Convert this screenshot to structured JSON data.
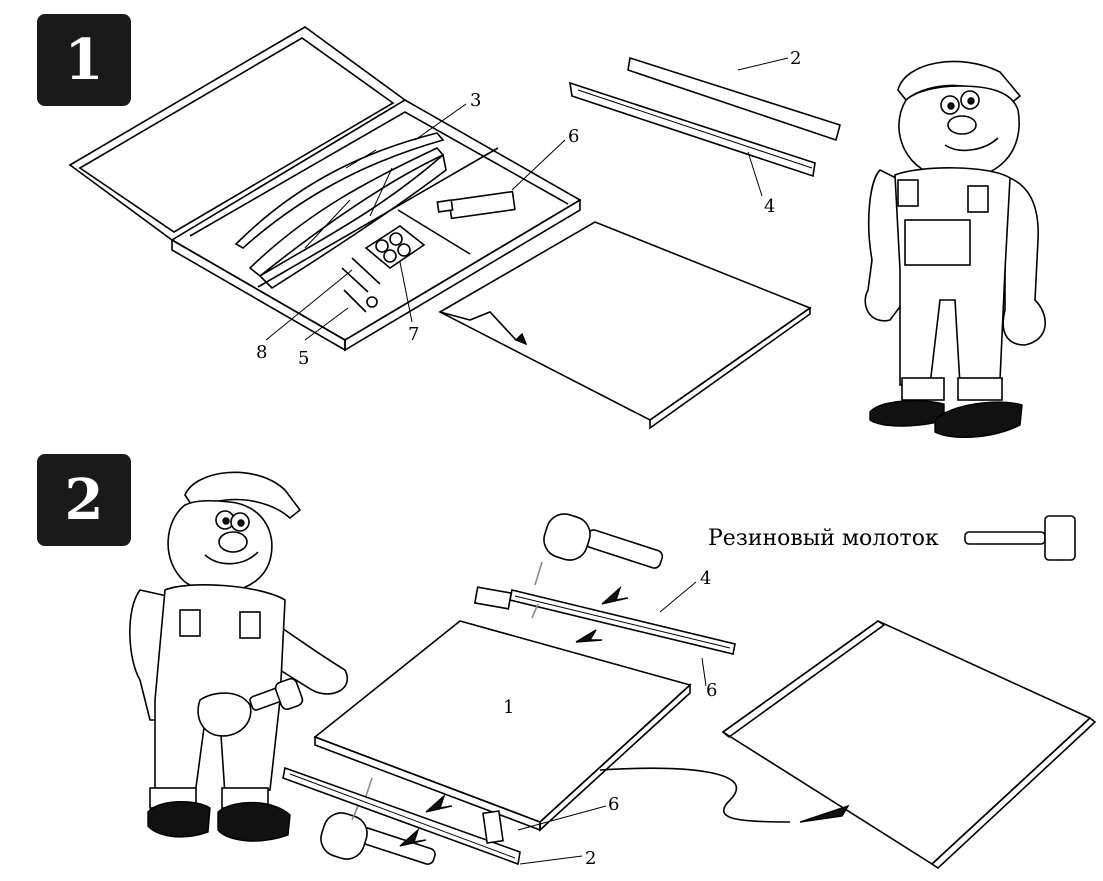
{
  "steps": [
    {
      "number": "1"
    },
    {
      "number": "2"
    }
  ],
  "step1_callouts": {
    "c2": "2",
    "c3": "3",
    "c4": "4",
    "c5": "5",
    "c6": "6",
    "c7": "7",
    "c8": "8"
  },
  "step2_callouts": {
    "c1": "1",
    "c2": "2",
    "c4": "4",
    "c6_top": "6",
    "c6_bottom": "6"
  },
  "tool_label": "Резиновый молоток",
  "icons": [
    "mallet-icon",
    "glue-tube-icon",
    "worker-figure",
    "screw-icon",
    "arrow-icon"
  ]
}
